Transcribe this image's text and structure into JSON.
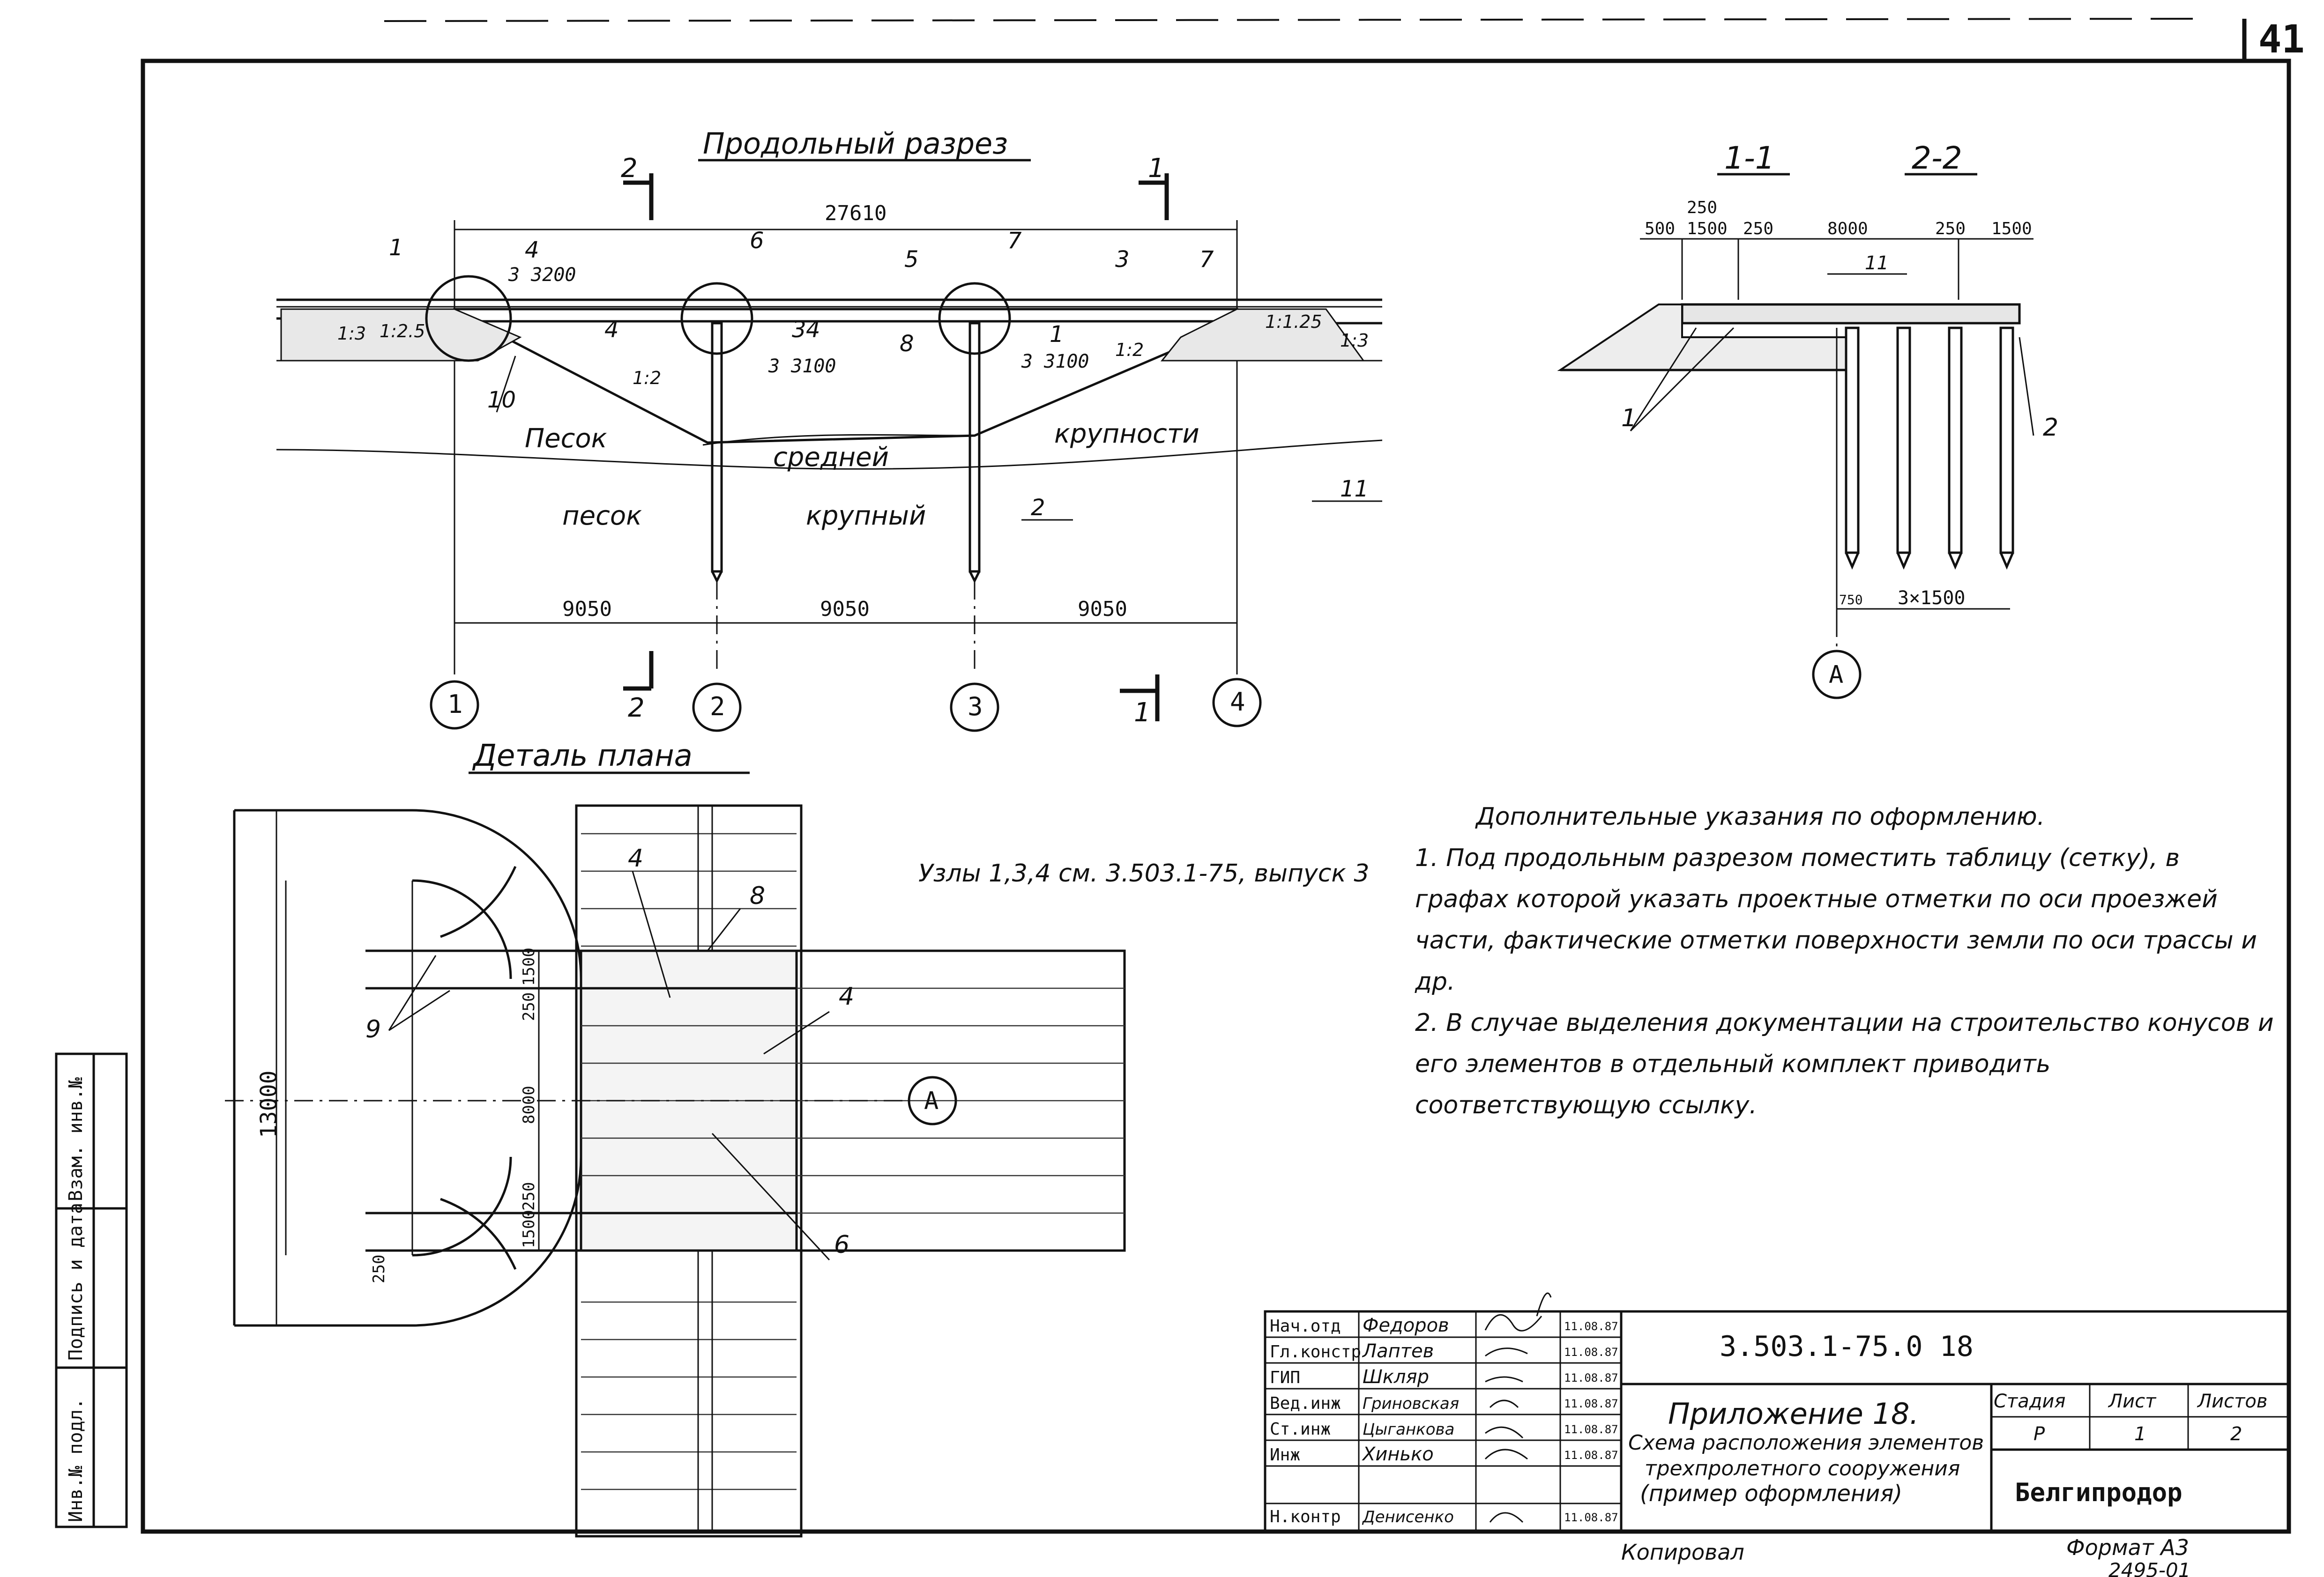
{
  "sheet_number": "41",
  "titles": {
    "long_section": "Продольный разрез",
    "plan_detail": "Деталь плана",
    "section_1": "1-1",
    "section_2": "2-2"
  },
  "long_section": {
    "total_span": "27610",
    "spans": [
      "9050",
      "9050",
      "9050"
    ],
    "axes": [
      "1",
      "2",
      "3",
      "4"
    ],
    "cut_marks": [
      "2",
      "1",
      "2",
      "1"
    ],
    "callouts": [
      "1",
      "4",
      "6",
      "7",
      "3",
      "5",
      "7",
      "4",
      "4",
      "3",
      "8",
      "1",
      "10",
      "2",
      "11"
    ],
    "node_refs": [
      {
        "top": "4",
        "bottom": "3 3200"
      },
      {
        "top": "3",
        "bottom": "3 3100"
      },
      {
        "top": "1",
        "bottom": "3 3100"
      }
    ],
    "slopes": [
      "1:3",
      "1:2.5",
      "1:2",
      "1:2",
      "1:1.25",
      "1:3"
    ],
    "soils": {
      "upper_left": "Песок",
      "upper_mid": "средней",
      "upper_right": "крупности",
      "lower_left": "песок",
      "lower_mid": "крупный"
    }
  },
  "cross_section": {
    "dims": [
      "500",
      "250",
      "1500",
      "250",
      "8000",
      "250",
      "1500"
    ],
    "pile_spacing": "3×1500",
    "edge_dim": "750",
    "callouts": [
      "1",
      "2",
      "11"
    ],
    "axis": "А"
  },
  "plan_detail": {
    "width": "13000",
    "dims": [
      "1500",
      "250",
      "8000",
      "250",
      "1500"
    ],
    "small_dim": "250",
    "callouts": [
      "4",
      "8",
      "4",
      "9",
      "6"
    ],
    "axis": "А"
  },
  "node_note": "Узлы 1,3,4 см. 3.503.1-75, выпуск 3",
  "notes": {
    "heading": "Дополнительные указания по оформлению.",
    "items": [
      "1. Под продольным разрезом поместить таблицу (сетку), в графах которой указать проектные отметки по оси проезжей части, фактические отметки поверхности земли по оси трассы и др.",
      "2. В случае выделения документации на строительство конусов и его элементов в отдельный комплект приводить соответствующую ссылку."
    ]
  },
  "left_strip": [
    "Инв.№ подл.",
    "Подпись и дата",
    "Взам. инв.№"
  ],
  "title_block": {
    "code": "3.503.1-75.0 18",
    "roles": [
      "Нач.отд",
      "Гл.констр",
      "ГИП",
      "Вед.инж",
      "Ст.инж",
      "Инж",
      "Н.контр"
    ],
    "names": [
      "Федоров",
      "Лаптев",
      "Шкляр",
      "Гриновская",
      "Цыганкова",
      "Хинько",
      "Денисенко"
    ],
    "dates": [
      "11.08.87",
      "11.08.87",
      "11.08.87",
      "11.08.87",
      "11.08.87",
      "11.08.87",
      "11.08.87"
    ],
    "title_lines": [
      "Приложение 18.",
      "Схема расположения элементов",
      "трехпролетного сооружения",
      "(пример оформления)"
    ],
    "stage_header": "Стадия",
    "sheet_header": "Лист",
    "sheets_header": "Листов",
    "stage": "Р",
    "sheet": "1",
    "sheets": "2",
    "org": "Белгипродор"
  },
  "footer": {
    "copied": "Копировал",
    "format": "Формат А3",
    "bottom_code": "2495-01"
  }
}
